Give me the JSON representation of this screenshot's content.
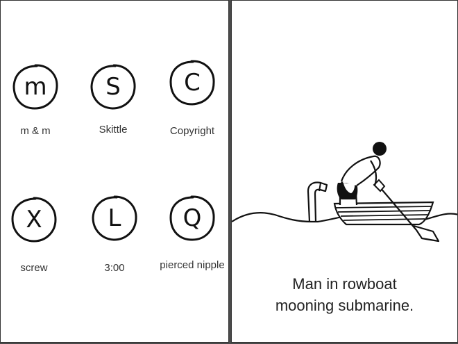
{
  "left": {
    "items": [
      {
        "letter": "m",
        "label": "m & m"
      },
      {
        "letter": "S",
        "label": "Skittle"
      },
      {
        "letter": "C",
        "label": "Copyright"
      },
      {
        "letter": "X",
        "label": "screw"
      },
      {
        "letter": "L",
        "label": "3:00"
      },
      {
        "letter": "Q",
        "label": "pierced nipple"
      }
    ]
  },
  "right": {
    "caption_line1": "Man in rowboat",
    "caption_line2": "mooning submarine."
  },
  "colors": {
    "ink": "#111111",
    "panel": "#ffffff",
    "gutter": "#4a4a4a"
  }
}
